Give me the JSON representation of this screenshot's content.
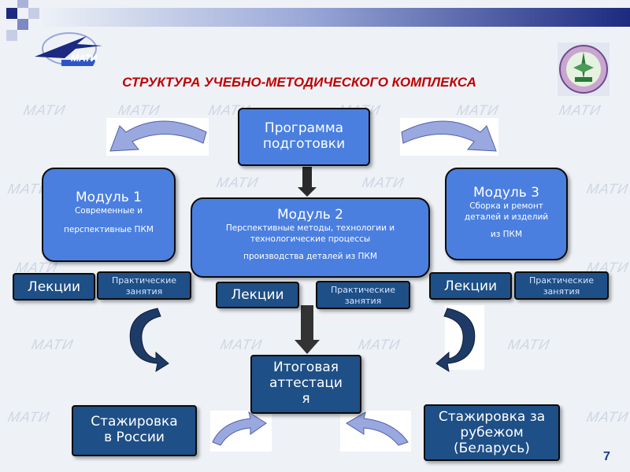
{
  "header": {
    "logo_text": "МАТИ",
    "title": "СТРУКТУРА УЧЕБНО-МЕТОДИЧЕСКОГО КОМПЛЕКСА"
  },
  "watermark": "МАТИ",
  "program": {
    "line1": "Программа",
    "line2": "подготовки"
  },
  "module1": {
    "title": "Модуль 1",
    "line1": "Современные и",
    "line2": "перспективные ПКМ"
  },
  "module2": {
    "title": "Модуль 2",
    "line1": "Перспективные методы, технологии и",
    "line2": "технологические процессы",
    "line3": "производства деталей из ПКМ"
  },
  "module3": {
    "title": "Модуль 3",
    "line1": "Сборка и ремонт",
    "line2": "деталей и изделий",
    "line3": "из ПКМ"
  },
  "lectures_label": "Лекции",
  "practice_line1": "Практические",
  "practice_line2": "занятия",
  "final": {
    "line1": "Итоговая",
    "line2": "аттестаци",
    "line3": "я"
  },
  "intern_russia": {
    "line1": "Стажировка",
    "line2": "в России"
  },
  "intern_abroad": {
    "line1": "Стажировка за",
    "line2": "рубежом",
    "line3": "(Беларусь)"
  },
  "page_number": "7",
  "colors": {
    "box_blue": "#4a7fe0",
    "box_dark": "#1e4f86",
    "title_red": "#c00000",
    "arrow_light": "#9aa8e0"
  }
}
